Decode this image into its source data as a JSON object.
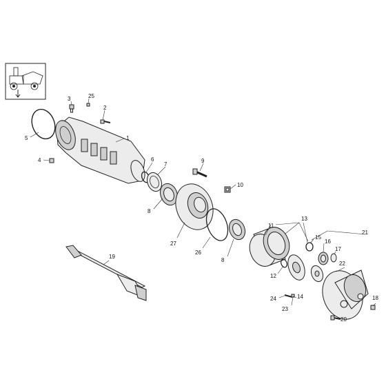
{
  "callouts": {
    "c1": "1",
    "c2": "2",
    "c3": "3",
    "c4": "4",
    "c5": "5",
    "c6": "6",
    "c7": "7",
    "c8a": "8",
    "c8b": "8",
    "c9": "9",
    "c10": "10",
    "c11": "11",
    "c12": "12",
    "c13": "13",
    "c14": "14",
    "c15": "15",
    "c16": "16",
    "c17": "17",
    "c18": "18",
    "c19": "19",
    "c20": "20",
    "c21": "21",
    "c22": "22",
    "c23": "23",
    "c24": "24",
    "c25": "25",
    "c26": "26",
    "c27": "27"
  },
  "icons": {
    "vehicle_thumbnail": "dumper-vehicle-icon",
    "direction_arrow": "arrow-down-icon"
  }
}
